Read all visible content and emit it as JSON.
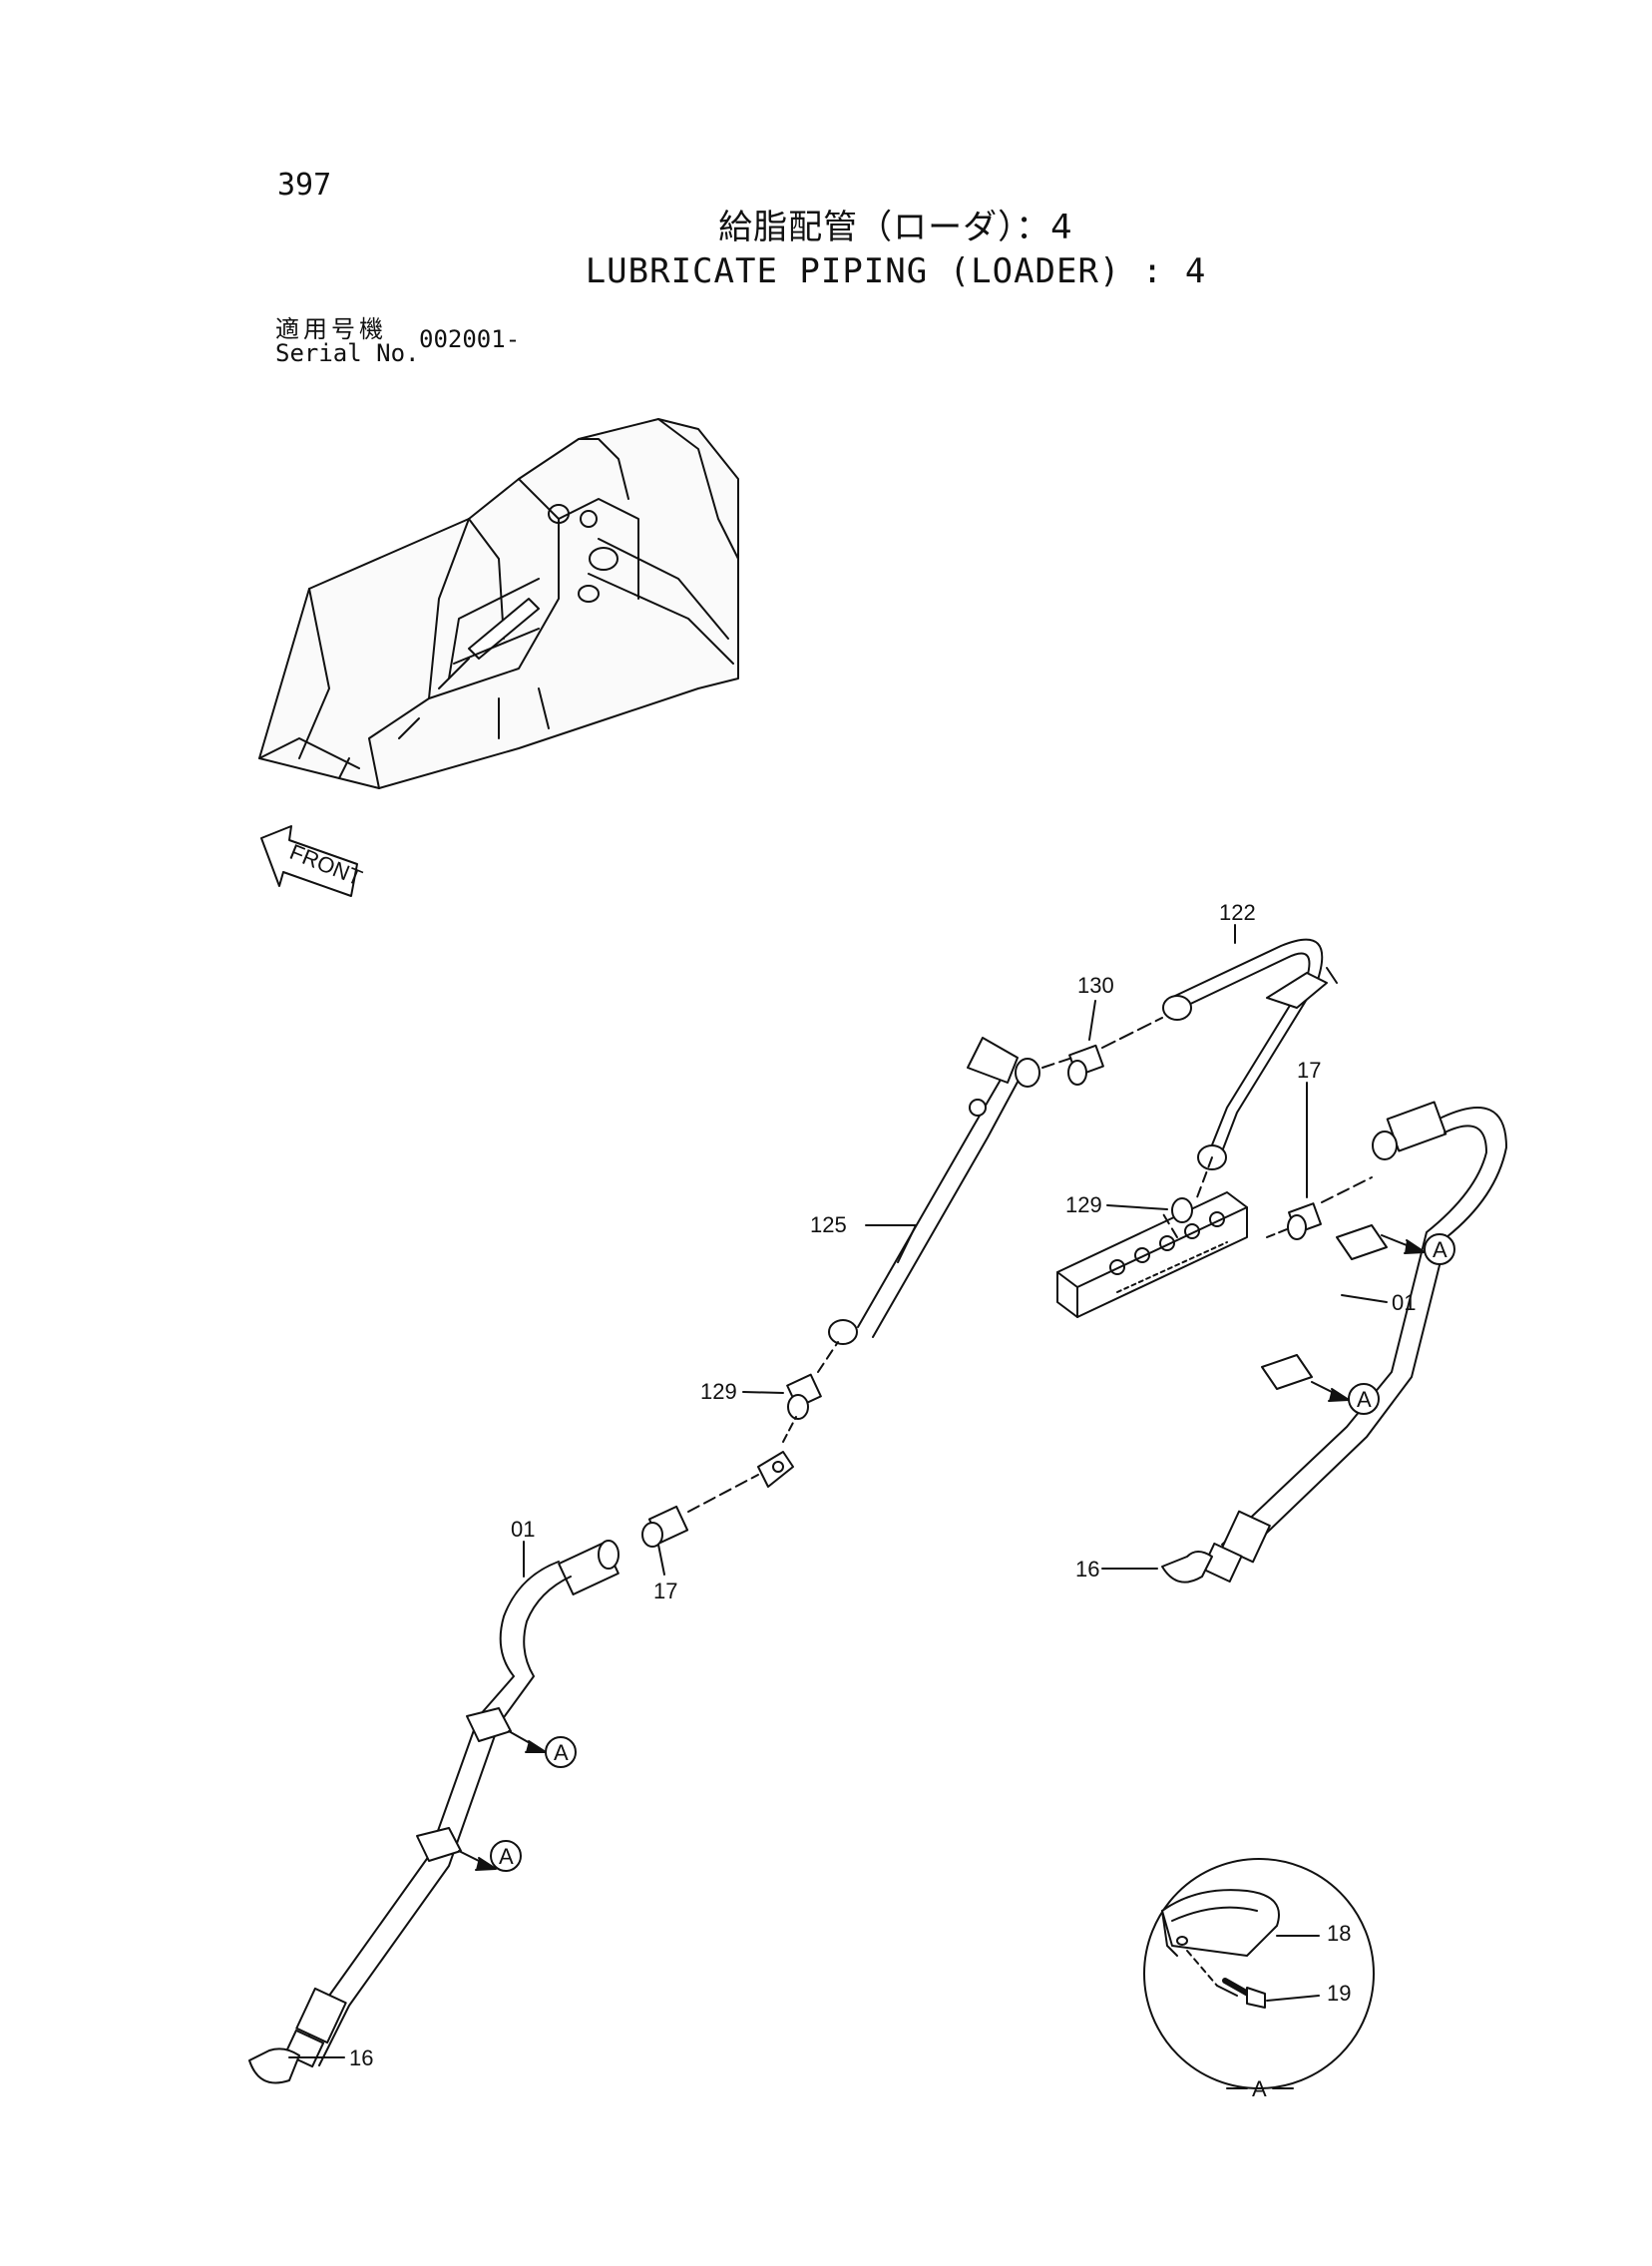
{
  "header": {
    "page_number": "397",
    "title_ja": "給脂配管（ローダ）：4",
    "title_en": "LUBRICATE PIPING (LOADER) : 4",
    "serial_label_ja": "適用号機",
    "serial_label_en": "Serial No.",
    "serial_value": "002001-"
  },
  "overview": {
    "front_label": "FRONT"
  },
  "callouts": {
    "p122": "122",
    "p130": "130",
    "p17_top": "17",
    "p129_top": "129",
    "p125": "125",
    "p01_right": "01",
    "p129_mid": "129",
    "p01_left": "01",
    "p17_mid": "17",
    "p16_right": "16",
    "p16_left": "16",
    "p18": "18",
    "p19": "19"
  },
  "detail_ref": "A",
  "detail_view_label": "A"
}
